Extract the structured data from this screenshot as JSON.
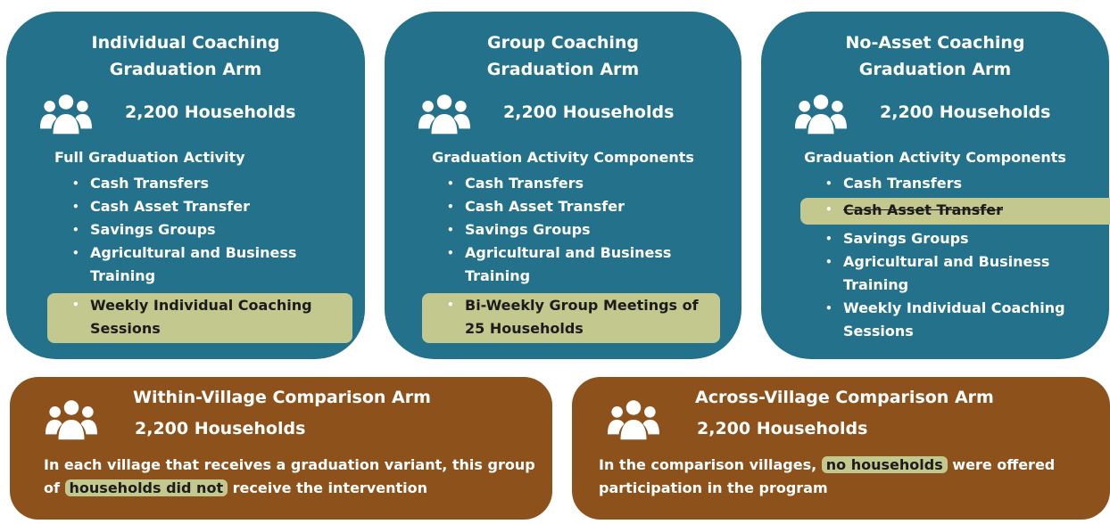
{
  "arms": [
    {
      "title_line1": "Individual Coaching",
      "title_line2": "Graduation Arm",
      "icon": "people-group-icon",
      "households": "2,200 Households",
      "activity_heading": "Full Graduation Activity",
      "items": [
        {
          "text": "Cash Transfers"
        },
        {
          "text": "Cash Asset Transfer"
        },
        {
          "text": "Savings Groups"
        },
        {
          "text": "Agricultural and Business Training"
        },
        {
          "text": "Weekly Individual Coaching Sessions",
          "highlight": true
        }
      ]
    },
    {
      "title_line1": "Group Coaching",
      "title_line2": "Graduation Arm",
      "icon": "people-group-icon",
      "households": "2,200 Households",
      "activity_heading": "Graduation Activity Components",
      "items": [
        {
          "text": "Cash Transfers"
        },
        {
          "text": "Cash Asset Transfer"
        },
        {
          "text": "Savings Groups"
        },
        {
          "text": "Agricultural and Business Training"
        },
        {
          "text": "Bi-Weekly Group Meetings of 25 Households",
          "highlight": true
        }
      ]
    },
    {
      "title_line1": "No-Asset Coaching",
      "title_line2": "Graduation Arm",
      "icon": "people-group-icon",
      "households": "2,200 Households",
      "activity_heading": "Graduation Activity Components",
      "items": [
        {
          "text": "Cash Transfers"
        },
        {
          "text": "Cash Asset Transfer",
          "highlight": true,
          "strikethrough": true
        },
        {
          "text": "Savings Groups"
        },
        {
          "text": "Agricultural and Business Training"
        },
        {
          "text": "Weekly Individual Coaching Sessions"
        }
      ]
    }
  ],
  "comparisons": [
    {
      "title": "Within-Village Comparison Arm",
      "icon": "people-group-icon",
      "households": "2,200 Households",
      "description_before": "In each village that receives a graduation variant, this group of ",
      "description_highlight": "households did not",
      "description_after": " receive the intervention"
    },
    {
      "title": "Across-Village Comparison Arm",
      "icon": "people-group-icon",
      "households": "2,200 Households",
      "description_before": "In the comparison villages, ",
      "description_highlight": "no households",
      "description_after": " were offered participation in the program"
    }
  ],
  "colors": {
    "treatment_card": "#23718a",
    "comparison_card": "#8d511b",
    "highlight": "#c3c98e",
    "text": "#ffffff",
    "highlight_text": "#1c1c1c"
  }
}
